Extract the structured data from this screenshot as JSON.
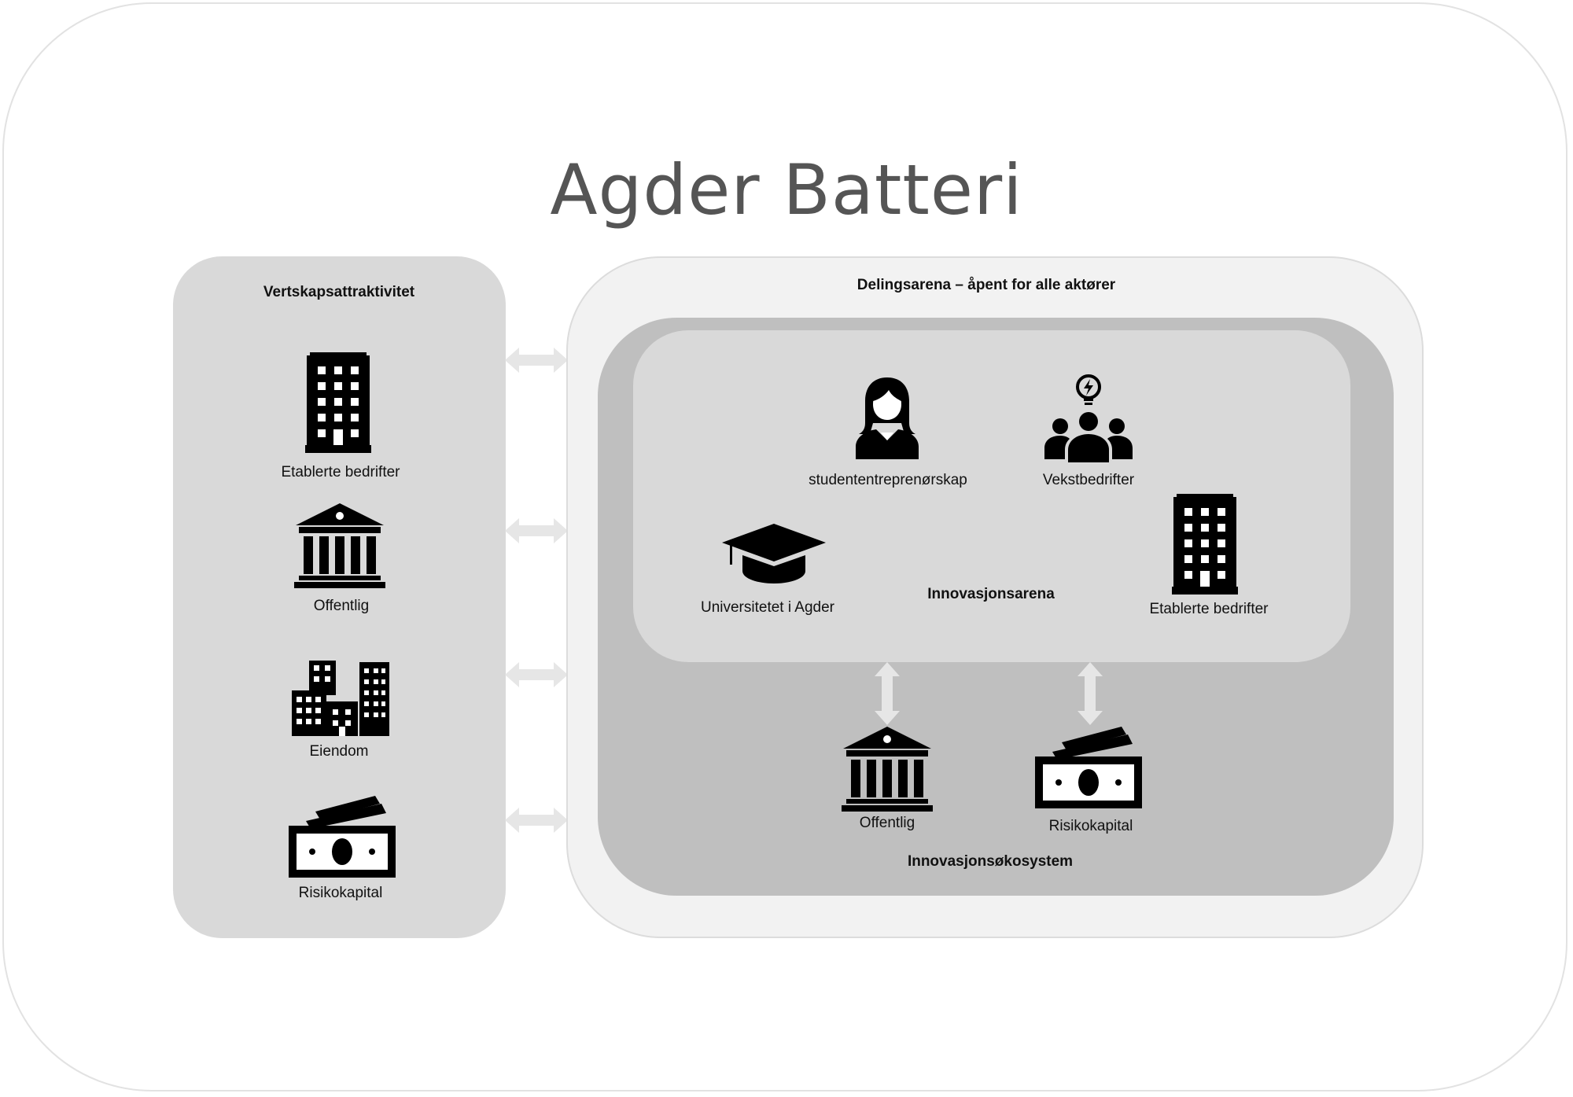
{
  "title": "Agder Batteri",
  "left_panel": {
    "heading": "Vertskapsattraktivitet",
    "items": [
      {
        "label": "Etablerte bedrifter",
        "icon": "office-building-icon"
      },
      {
        "label": "Offentlig",
        "icon": "government-building-icon"
      },
      {
        "label": "Eiendom",
        "icon": "city-buildings-icon"
      },
      {
        "label": "Risikokapital",
        "icon": "money-icon"
      }
    ]
  },
  "sharing_arena": {
    "heading": "Delingsarena – åpent for alle aktører"
  },
  "innovation_arena": {
    "heading": "Innovasjonsarena",
    "items": [
      {
        "label": "studententreprenørskap",
        "icon": "student-icon"
      },
      {
        "label": "Vekstbedrifter",
        "icon": "team-idea-icon"
      },
      {
        "label": "Universitetet i Agder",
        "icon": "graduation-cap-icon"
      },
      {
        "label": "Etablerte bedrifter",
        "icon": "office-building-icon"
      }
    ]
  },
  "ecosystem": {
    "heading": "Innovasjonsøkosystem",
    "items": [
      {
        "label": "Offentlig",
        "icon": "government-building-icon"
      },
      {
        "label": "Risikokapital",
        "icon": "money-icon"
      }
    ]
  },
  "colors": {
    "left_panel": "#d9d9d9",
    "sharing_panel": "#f2f2f2",
    "ecosystem_panel": "#bfbfbf",
    "arena_panel": "#d9d9d9",
    "arrow": "#e6e6e6",
    "icon": "#000000"
  }
}
